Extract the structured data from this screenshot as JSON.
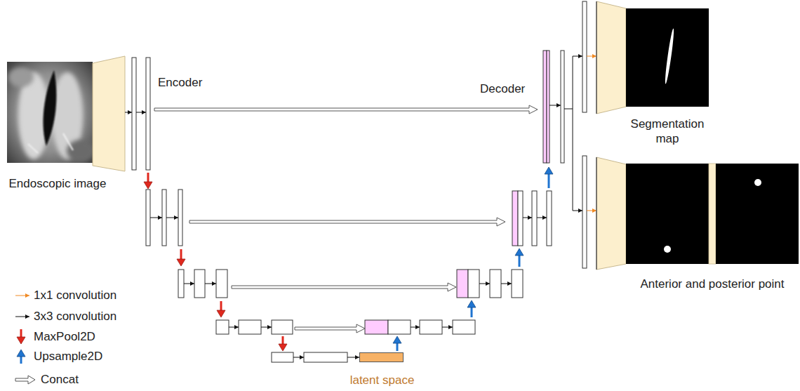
{
  "diagram": {
    "nodes": [
      {
        "text": [
          "Endoscopic image"
        ]
      },
      {
        "text": [
          "latent space"
        ]
      },
      {
        "text": [
          "Segmentation map"
        ]
      },
      {
        "text": [
          "Anterior and posterior point"
        ]
      }
    ],
    "labels": [
      "Encoder",
      "Decoder"
    ],
    "legend": [
      {
        "text": "1x1 convolution"
      },
      {
        "text": "3x3 convolution"
      },
      {
        "text": "MaxPool2D"
      },
      {
        "text": "Upsample2D"
      },
      {
        "text": "Concat"
      }
    ]
  }
}
